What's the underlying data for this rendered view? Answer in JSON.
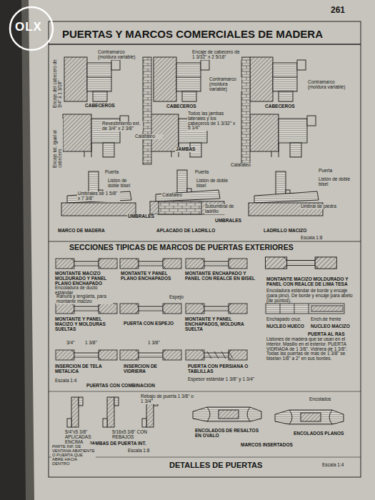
{
  "diagram": {
    "title": "PUERTAS Y MARCOS COMERCIALES DE MADERA",
    "labels": [
      "OLX",
      "261",
      "Contramarco (moldura variable)",
      "Encaje del cabecero de 3/4\" x 1 3/16\"",
      "CABECEROS",
      "Revestimiento ext. de 3/4\" x 2 3/8\"",
      "Encaje lat. igual al cabecero",
      "Calafateo",
      "Puerta",
      "Listón de doble bisel",
      "Umbrales de 1 5/8\" x 7 3/8\"",
      "UMBRALES",
      "MARCO DE MADERA",
      "Encaje de cabecero de 1 3/32\" x 2 5/16\"",
      "Contramarco (moldura variable)",
      "CABECEROS",
      "Todos las jambas laterales y los cabeceros de 1 3/32\" x 5 1/4\"",
      "JAMBAS",
      "Calafateo",
      "Puerta",
      "Listón de doble bisel",
      "Calafateo",
      "Subumbral de ladrillo",
      "APLACADO DE LADRILLO",
      "UMBRALES",
      "Contramarco (moldura variable)",
      "CABECEROS",
      "Puerta",
      "Listón de doble bisel",
      "Umbral de piedra",
      "LADRILLO MACIZO",
      "Escala 1:8",
      "SECCIONES TIPICAS DE MARCOS DE PUERTAS EXTERIORES",
      "MONTANTE MACIZO MOLDURADO Y PANEL PLANO ENCHAPADO",
      "Encoladura de ducto estándar",
      "MONTANTE Y PANEL PLANO ENCHAPADOS",
      "MONTANTE ENCHAPADO Y PANEL CON REALCE EN BISEL",
      "MONTANTE MACIZO MOLDURADO Y PANEL CON REALCE DE LIMA TESA",
      "Encoladura estándar de borde y encaje (para pino). De borde y encaje para abeto (de puntos).",
      "Ranura y lengüeta, para montante macizo",
      "Espejo",
      "MONTANTE Y PANEL MACIZO Y MOLDURAS SUELTAS",
      "PUERTA CON ESPEJO",
      "MONTANTE Y PANEL ENCHAPADOS, MOLDURA SUELTA",
      "Enchapado cruz.",
      "Ench.de frente",
      "NUCLEO HUECO",
      "NUCLEO MACIZO",
      "PUERTA AL RAS",
      "3/4\"",
      "1 3/8\"",
      "1 3/8\"",
      "INSERCION DE TELA METALICA",
      "INSERCION DE VIDRIERA",
      "PUERTA CON PERSIANA O TABLILLAS",
      "Listones de madera que se usan en el interior. Masillo en el exterior. PUERTA VIDRIADA de 1 3/8\". Vidriera de 1 3/8\". Todas las puertas de más de 1 3/8\" se biselan 1/8\" a 2\" en sus bordes.",
      "Escala 1:4",
      "PUERTAS CON COMBINACION",
      "Espesor estándar 1 3/8\" y 1 3/4\"",
      "Rebajo de puerta 1 3/8\" o 1 3/4\"",
      "Encolados",
      "5/4\"x5 3/8\" APLICADAS ENCIMA",
      "5/16x5 3/8\" CON REBAJOS",
      "JAMBAS DE PUERTA INT.",
      "Escala 1:8",
      "ENCOLADOS DE RESALTOS EN OVALO",
      "MARCOS INSERTADOS",
      "ENCOLADOS PLANOS",
      "PARTE INF. DE VENTANA ABATIENTE O PUERTA QUE ABRE HACIA DENTRO",
      "DETALLES DE PUERTAS",
      "Escala 1:4"
    ]
  }
}
